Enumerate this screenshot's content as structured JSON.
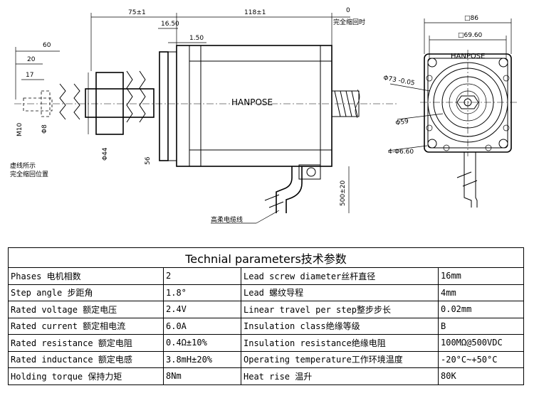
{
  "drawing": {
    "dims": {
      "d75": "75±1",
      "d118": "118±1",
      "d0": "0",
      "d16_50": "16.50",
      "d1_50": "1.50",
      "d60": "60",
      "d20": "20",
      "d17": "17",
      "m10": "M10",
      "phi8": "Φ8",
      "phi44": "Φ44",
      "d56": "56",
      "d500": "500±20",
      "sq86": "□86",
      "sq69": "□69.60",
      "phi73": "Φ73 -0.05",
      "phi59": "Φ59",
      "phi6": "4-Φ6.60"
    },
    "labels": {
      "full_retract": "完全缩回时",
      "dashed_note_1": "虚线所示",
      "dashed_note_2": "完全缩回位置",
      "cable": "高柔电缆线",
      "brand_side": "HANPOSE",
      "brand_end": "HANPOSE"
    }
  },
  "table": {
    "title": "Technial parameters技术参数",
    "rows": [
      [
        "Phases 电机相数",
        "2",
        "Lead screw diameter丝杆直径",
        "16mm"
      ],
      [
        "Step angle 步距角",
        "1.8°",
        "Lead 螺纹导程",
        "4mm"
      ],
      [
        "Rated voltage 额定电压",
        "2.4V",
        "Linear travel per step整步步长",
        "0.02mm"
      ],
      [
        "Rated current 额定相电流",
        "6.0A",
        "Insulation class绝缘等级",
        "B"
      ],
      [
        "Rated resistance 额定电阻",
        "0.4Ω±10%",
        "Insulation resistance绝缘电阻",
        "100MΩ@500VDC"
      ],
      [
        "Rated inductance 额定电感",
        "3.8mH±20%",
        "Operating temperature工作环境温度",
        "-20°C~+50°C"
      ],
      [
        "Holding torque 保持力矩",
        "8Nm",
        "Heat rise 温升",
        "80K"
      ]
    ]
  }
}
